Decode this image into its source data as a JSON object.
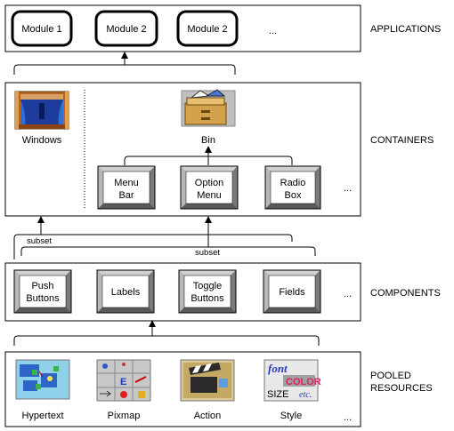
{
  "layers": {
    "applications": "APPLICATIONS",
    "containers": "CONTAINERS",
    "components": "COMPONENTS",
    "pooled_resources": [
      "POOLED",
      "RESOURCES"
    ]
  },
  "applications": {
    "modules": [
      "Module 1",
      "Module 2",
      "Module 2"
    ],
    "ellipsis": "..."
  },
  "containers": {
    "windows": "Windows",
    "bin": "Bin",
    "menu_bar": [
      "Menu",
      "Bar"
    ],
    "option_menu": [
      "Option",
      "Menu"
    ],
    "radio_box": [
      "Radio",
      "Box"
    ],
    "ellipsis": "..."
  },
  "subset_labels": [
    "subset",
    "subset"
  ],
  "components": {
    "push_buttons": [
      "Push",
      "Buttons"
    ],
    "labels": "Labels",
    "toggle_buttons": [
      "Toggle",
      "Buttons"
    ],
    "fields": "Fields",
    "ellipsis": "..."
  },
  "pooled": {
    "hypertext": "Hypertext",
    "pixmap": "Pixmap",
    "action": "Action",
    "style": "Style",
    "ellipsis": "...",
    "style_icon_text": [
      "font",
      "COLOR",
      "SIZE",
      "etc."
    ]
  }
}
